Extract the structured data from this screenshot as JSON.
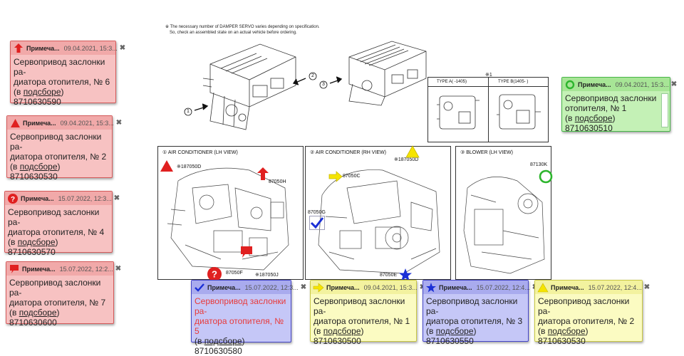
{
  "top_note": {
    "line1": "※ The necessary number of DAMPER SERVO varies depending on specification.",
    "line2": "So, check an assembled state on an actual vehicle before ordering."
  },
  "type_box": {
    "ref": "※1",
    "type_a": "TYPE A(     -1405)",
    "type_b": "TYPE B(1405-     )"
  },
  "callouts": {
    "c1": "1",
    "c2": "2",
    "c3": "3"
  },
  "panels": {
    "lh": {
      "title": "① AIR CONDITIONER (LH VIEW)",
      "labels": [
        "※187050D",
        "87050H",
        "87050F",
        "※187050J"
      ]
    },
    "rh": {
      "title": "② AIR CONDITIONER (RH VIEW)",
      "labels": [
        "※187050D",
        "87050C",
        "87050G",
        "87050E"
      ]
    },
    "blower": {
      "title": "③ BLOWER (LH VIEW)",
      "labels": [
        "87130K"
      ]
    }
  },
  "notes": [
    {
      "id": "n1",
      "color": "red",
      "icon": "arrow-up-icon",
      "title": "Примеча...",
      "date": "09.04.2021, 15:3...",
      "line1": "Сервопривод заслонки ра-",
      "line2": "диатора отопителя, № 6",
      "sub_prefix": "(в ",
      "sub_link": "подсборе",
      "sub_suffix": ")",
      "code": "8710630590"
    },
    {
      "id": "n2",
      "color": "red",
      "icon": "triangle-icon",
      "title": "Примеча...",
      "date": "09.04.2021, 15:3...",
      "line1": "Сервопривод заслонки ра-",
      "line2": "диатора отопителя, № 2",
      "sub_prefix": "(в ",
      "sub_link": "подсборе",
      "sub_suffix": ")",
      "code": "8710630530"
    },
    {
      "id": "n3",
      "color": "red",
      "icon": "question-icon",
      "title": "Примеча...",
      "date": "15.07.2022, 12:3...",
      "line1": "Сервопривод заслонки ра-",
      "line2": "диатора отопителя, № 4",
      "sub_prefix": "(в ",
      "sub_link": "подсборе",
      "sub_suffix": ")",
      "code": "8710630570"
    },
    {
      "id": "n4",
      "color": "red",
      "icon": "speech-bubble-icon",
      "title": "Примеча...",
      "date": "15.07.2022, 12:2...",
      "line1": "Сервопривод заслонки ра-",
      "line2": "диатора отопителя, № 7",
      "sub_prefix": "(в ",
      "sub_link": "подсборе",
      "sub_suffix": ")",
      "code": "8710630600"
    },
    {
      "id": "n5",
      "color": "green",
      "icon": "circle-icon",
      "title": "Примеча...",
      "date": "09.04.2021, 15:3...",
      "line1": "Сервопривод заслонки",
      "line2": "отопителя, № 1",
      "sub_prefix": "(в ",
      "sub_link": "подсборе",
      "sub_suffix": ")",
      "code": "8710630510"
    },
    {
      "id": "n6",
      "color": "blue",
      "icon": "checkmark-icon",
      "title": "Примеча...",
      "date": "15.07.2022, 12:3...",
      "line1": "Сервопривод заслонки ра-",
      "line2": "диатора отопителя, № 5",
      "sub_prefix": "(в ",
      "sub_link": "подсборе",
      "sub_suffix": ")",
      "code": "8710630580"
    },
    {
      "id": "n7",
      "color": "yellow",
      "icon": "arrow-right-icon",
      "title": "Примеча...",
      "date": "09.04.2021, 15:3...",
      "line1": "Сервопривод заслонки ра-",
      "line2": "диатора отопителя, № 1",
      "sub_prefix": "(в ",
      "sub_link": "подсборе",
      "sub_suffix": ")",
      "code": "8710630500"
    },
    {
      "id": "n8",
      "color": "blue",
      "icon": "star-icon",
      "title": "Примеча...",
      "date": "15.07.2022, 12:4...",
      "line1": "Сервопривод заслонки ра-",
      "line2": "диатора отопителя, № 3",
      "sub_prefix": "(в ",
      "sub_link": "подсборе",
      "sub_suffix": ")",
      "code": "8710630550"
    },
    {
      "id": "n9",
      "color": "yellow",
      "icon": "triangle-icon",
      "title": "Примеча...",
      "date": "15.07.2022, 12:4...",
      "line1": "Сервопривод заслонки ра-",
      "line2": "диатора отопителя, № 2",
      "sub_prefix": "(в ",
      "sub_link": "подсборе",
      "sub_suffix": ")",
      "code": "8710630530"
    }
  ],
  "colors": {
    "red_marker": "#e02020",
    "yellow_marker": "#f5e400",
    "blue_marker": "#1a2fd6",
    "green_marker": "#2db52d"
  }
}
